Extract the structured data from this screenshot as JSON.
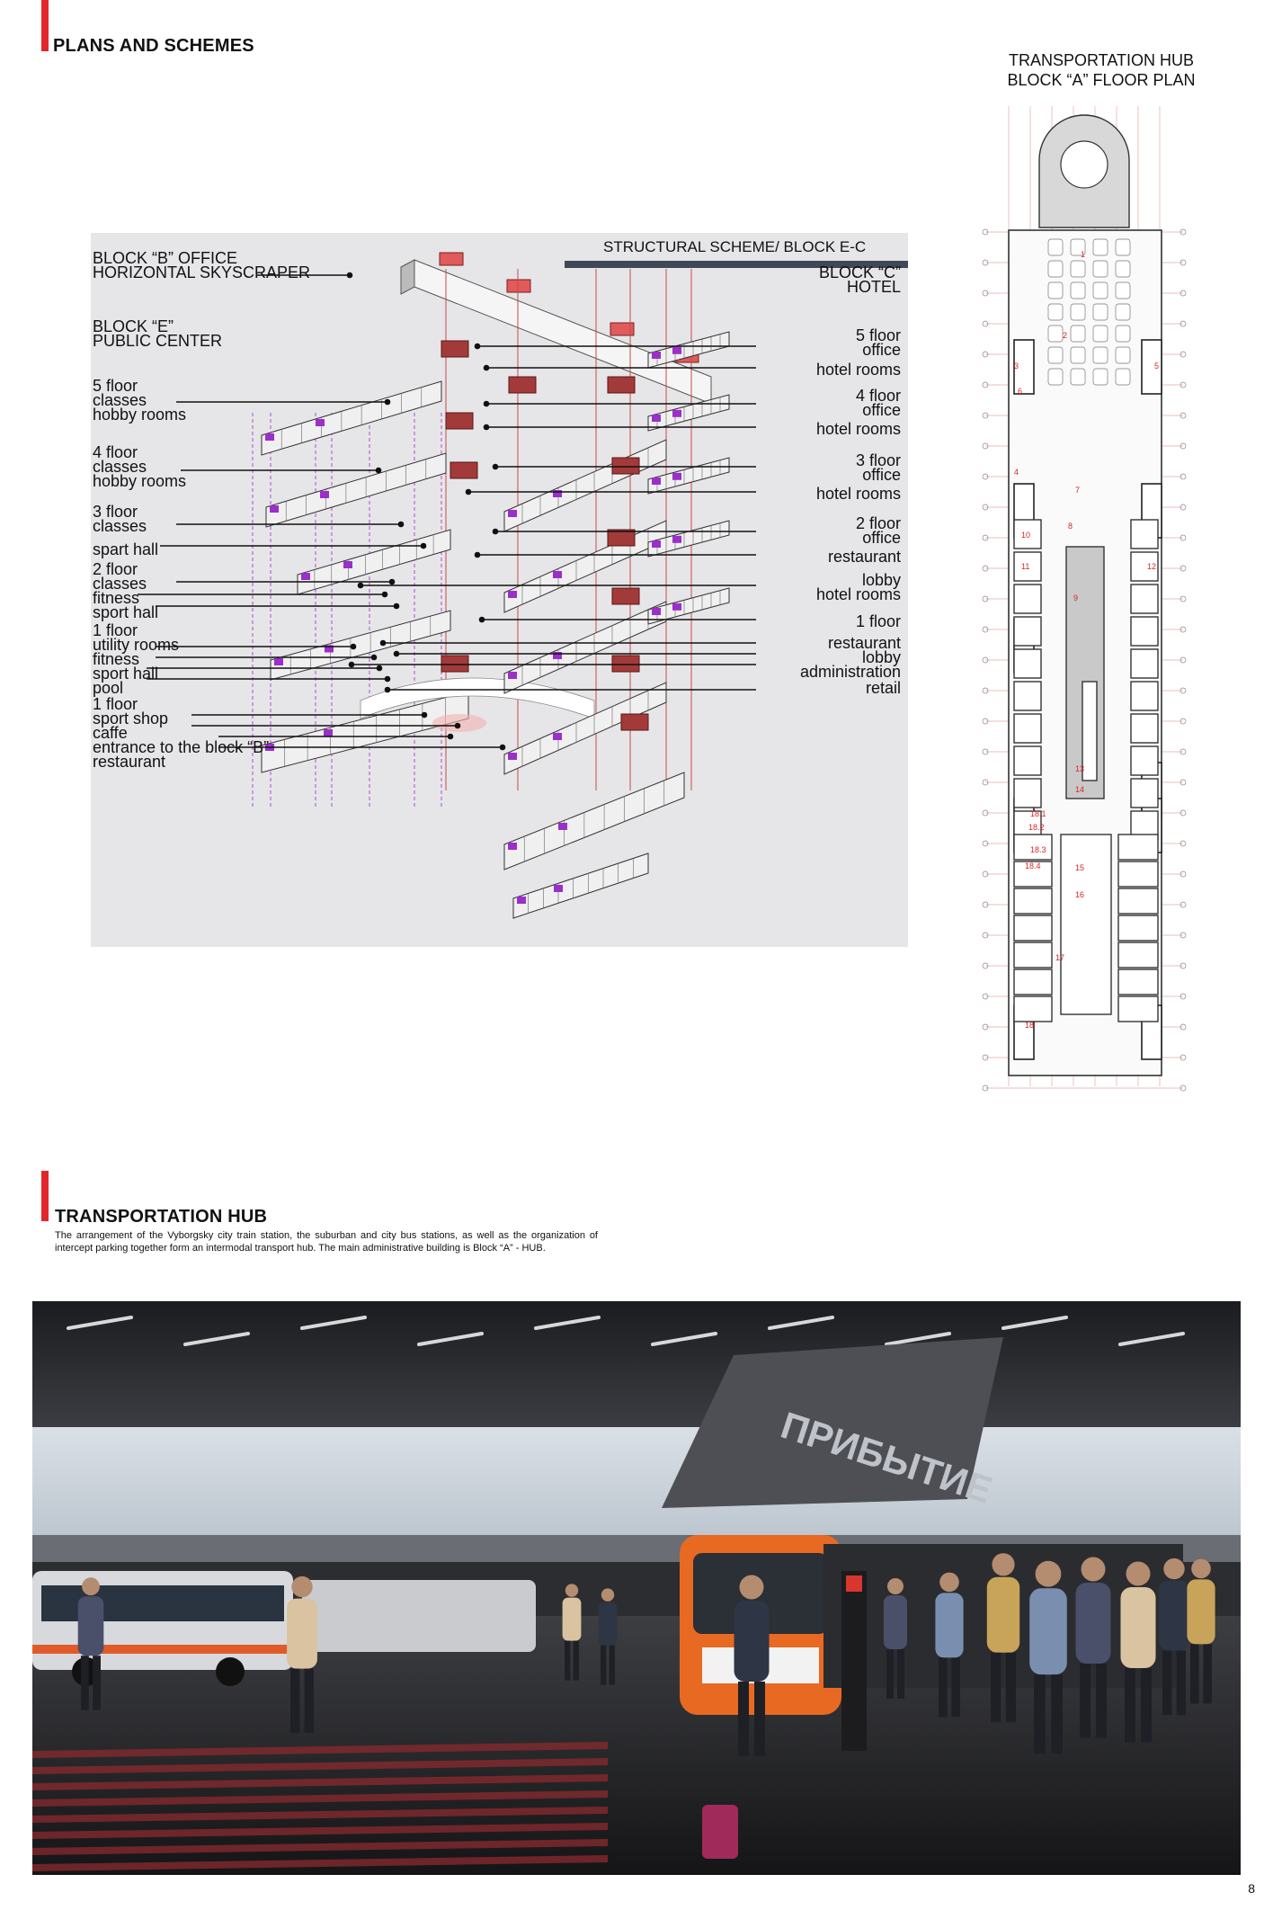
{
  "section1": {
    "title": "PLANS AND SCHEMES"
  },
  "floorplan": {
    "title_line1": "TRANSPORTATION HUB",
    "title_line2": "BLOCK “A” FLOOR PLAN",
    "room_numbers": [
      "1",
      "2",
      "3",
      "4",
      "5",
      "6",
      "7",
      "8",
      "9",
      "10",
      "11",
      "12",
      "13",
      "14",
      "15",
      "16",
      "17",
      "18",
      "18.1",
      "18.2",
      "18.3",
      "18.4"
    ]
  },
  "scheme": {
    "header": "STRUCTURAL SCHEME/ BLOCK E-C",
    "left_labels": [
      "BLOCK “B” OFFICE\nHORIZONTAL SKYSCRAPER",
      "BLOCK “E”\nPUBLIC CENTER",
      "5 floor\nclasses\nhobby rooms",
      "4 floor\nclasses\nhobby rooms",
      "3 floor\nclasses",
      "spart hall",
      "2 floor\nclasses\nfitness\nsport hall",
      "1 floor\nutility rooms\nfitness\nsport hall\npool",
      "1 floor\nsport shop\ncaffe\nentrance to the block “B”\nrestaurant"
    ],
    "right_labels": [
      "BLOCK “C”\nHOTEL",
      "5 floor\noffice",
      "hotel rooms",
      "4 floor\noffice",
      "hotel rooms",
      "3 floor\noffice",
      "hotel rooms",
      "2 floor\noffice",
      "restaurant",
      "lobby\nhotel rooms",
      "1 floor",
      "restaurant\nlobby\nadministration",
      "retail"
    ]
  },
  "section2": {
    "title": "TRANSPORTATION HUB",
    "description": "The arrangement of the Vyborgsky city train station, the suburban and city bus stations, as well as the organization of intercept parking together form an intermodal transport hub. The main administrative building is Block “A” - HUB."
  },
  "render": {
    "sign_text": "ПРИБЫТИЕ"
  },
  "page_number": "8",
  "colors": {
    "accent_red": "#e3262a",
    "scheme_bg": "#e6e6e8",
    "purple": "#9b2fc9",
    "dark_red": "#a33a3a"
  }
}
